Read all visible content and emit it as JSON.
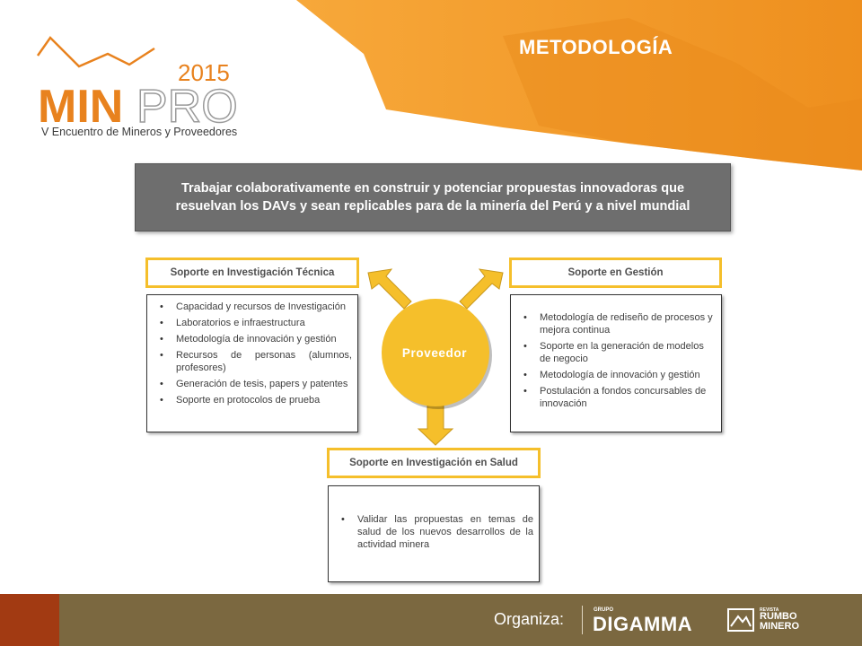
{
  "slide": {
    "title": "METODOLOGÍA"
  },
  "logo": {
    "year": "2015",
    "name_part1": "MIN",
    "name_part2": "PRO",
    "subtitle": "V Encuentro de Mineros y Proveedores"
  },
  "objective": {
    "text": "Trabajar colaborativamente en construir y potenciar propuestas innovadoras que resuelvan los DAVs y sean replicables para de la minería del Perú y a nivel mundial"
  },
  "center": {
    "label": "Proveedor"
  },
  "sections": {
    "tecnica": {
      "title": "Soporte en Investigación Técnica",
      "items": [
        "Capacidad y recursos de Investigación",
        "Laboratorios e infraestructura",
        "Metodología de innovación y gestión",
        "Recursos de personas (alumnos, profesores)",
        "Generación de tesis, papers y patentes",
        "Soporte en protocolos de prueba"
      ]
    },
    "gestion": {
      "title": "Soporte en Gestión",
      "items": [
        "Metodología de rediseño de procesos y mejora continua",
        "Soporte en la generación de modelos de negocio",
        "Metodología de innovación y gestión",
        "Postulación a fondos concursables de innovación"
      ]
    },
    "salud": {
      "title": "Soporte en Investigación en Salud",
      "items": [
        "Validar las propuestas en temas de salud de los nuevos desarrollos de la actividad minera"
      ]
    }
  },
  "footer": {
    "organiza": "Organiza:",
    "grupo": "GRUPO",
    "digamma": "DIGAMMA",
    "revista": "REVISTA",
    "rumbo": "RUMBO",
    "minero": "MINERO"
  },
  "colors": {
    "orange": "#f39a2b",
    "yellow": "#f5bf2b",
    "gray_box": "#6e6e6e",
    "footer_brown": "#7b6840",
    "footer_red": "#a23a12"
  }
}
